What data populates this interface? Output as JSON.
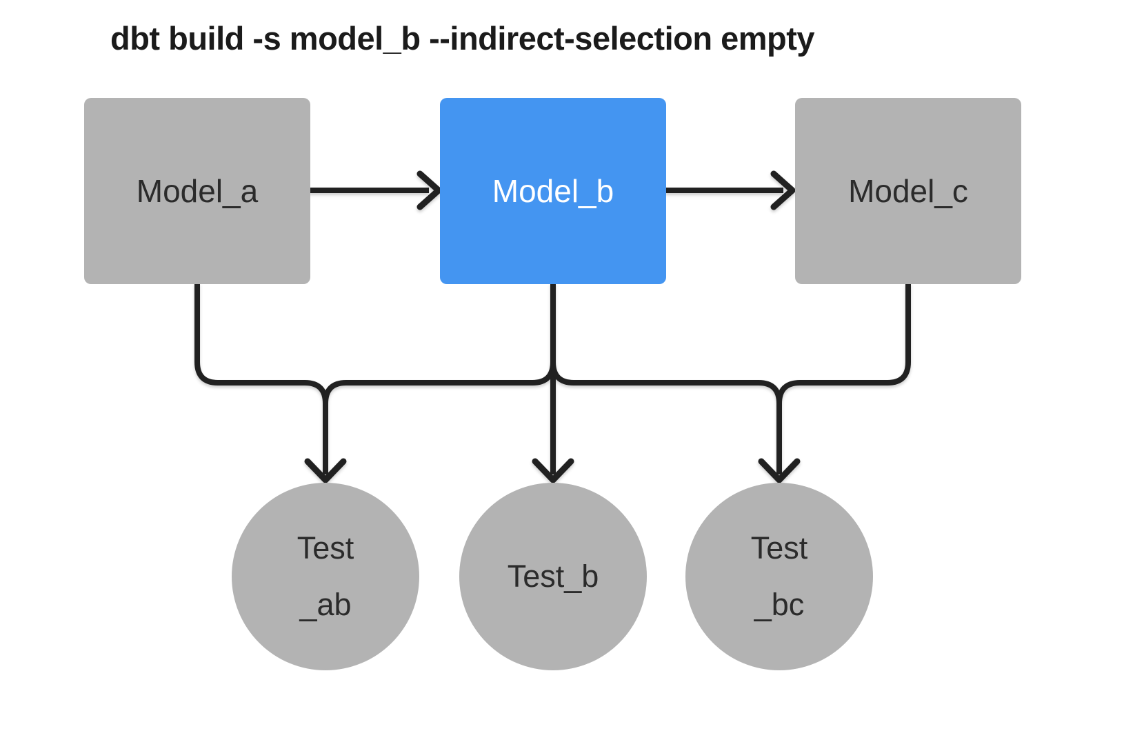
{
  "title": "dbt build -s model_b --indirect-selection empty",
  "colors": {
    "background": "#ffffff",
    "model_gray": "#b3b3b3",
    "model_selected_blue": "#4495f1",
    "edge_black": "#212121",
    "label_dark": "#2b2b2b",
    "label_on_blue": "#ffffff",
    "title_text": "#1b1b1b"
  },
  "nodes": {
    "model_a": {
      "label": "Model_a",
      "type": "model",
      "state": "unselected"
    },
    "model_b": {
      "label": "Model_b",
      "type": "model",
      "state": "selected"
    },
    "model_c": {
      "label": "Model_c",
      "type": "model",
      "state": "unselected"
    },
    "test_ab": {
      "label_line1": "Test",
      "label_line2": "_ab",
      "type": "test"
    },
    "test_b": {
      "label_line1": "Test_b",
      "label_line2": "",
      "type": "test"
    },
    "test_bc": {
      "label_line1": "Test",
      "label_line2": "_bc",
      "type": "test"
    }
  },
  "edges": [
    {
      "from": "model_a",
      "to": "model_b"
    },
    {
      "from": "model_b",
      "to": "model_c"
    },
    {
      "from": "model_a",
      "to": "test_ab"
    },
    {
      "from": "model_b",
      "to": "test_ab"
    },
    {
      "from": "model_b",
      "to": "test_b"
    },
    {
      "from": "model_b",
      "to": "test_bc"
    },
    {
      "from": "model_c",
      "to": "test_bc"
    }
  ]
}
